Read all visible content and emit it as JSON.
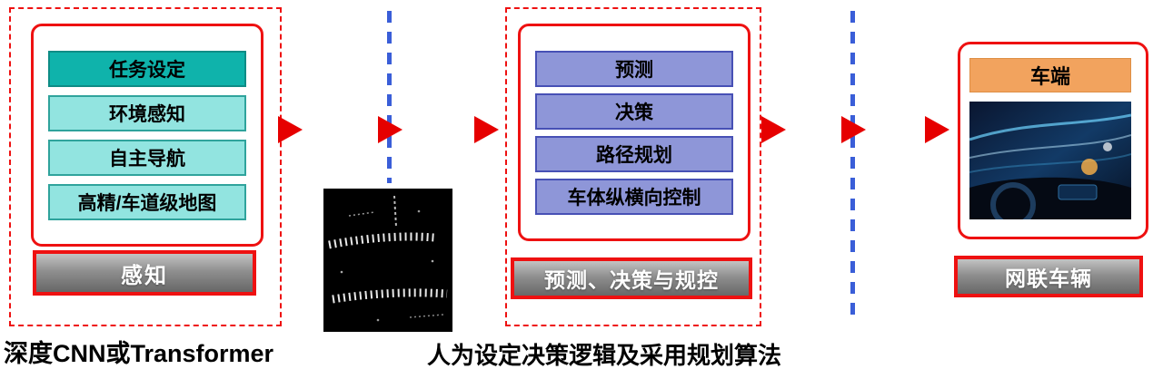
{
  "perception_module": {
    "items": [
      {
        "label": "任务设定"
      },
      {
        "label": "环境感知"
      },
      {
        "label": "自主导航"
      },
      {
        "label": "高精/车道级地图"
      }
    ],
    "caption": "感知"
  },
  "planning_module": {
    "items": [
      {
        "label": "预测"
      },
      {
        "label": "决策"
      },
      {
        "label": "路径规划"
      },
      {
        "label": "车体纵横向控制"
      }
    ],
    "caption": "预测、决策与规控"
  },
  "vehicle_module": {
    "header": "车端",
    "caption": "网联车辆"
  },
  "annotations": {
    "left": "深度CNN或Transformer",
    "center": "人为设定决策逻辑及采用规划算法"
  },
  "images": {
    "lidar": "lidar-point-cloud-image",
    "vehicle": "smart-vehicle-cockpit-image"
  },
  "colors": {
    "accent_red": "#ee1111",
    "arrow_red": "#e60000",
    "teal_primary": "#0fb3ab",
    "teal_light": "#92e4e0",
    "blue_item": "#8e96d8",
    "dash_blue": "#3a5ed8",
    "orange_header": "#f2a35e",
    "caption_gradient_top": "#c3c3c3",
    "caption_gradient_bottom": "#676767"
  }
}
